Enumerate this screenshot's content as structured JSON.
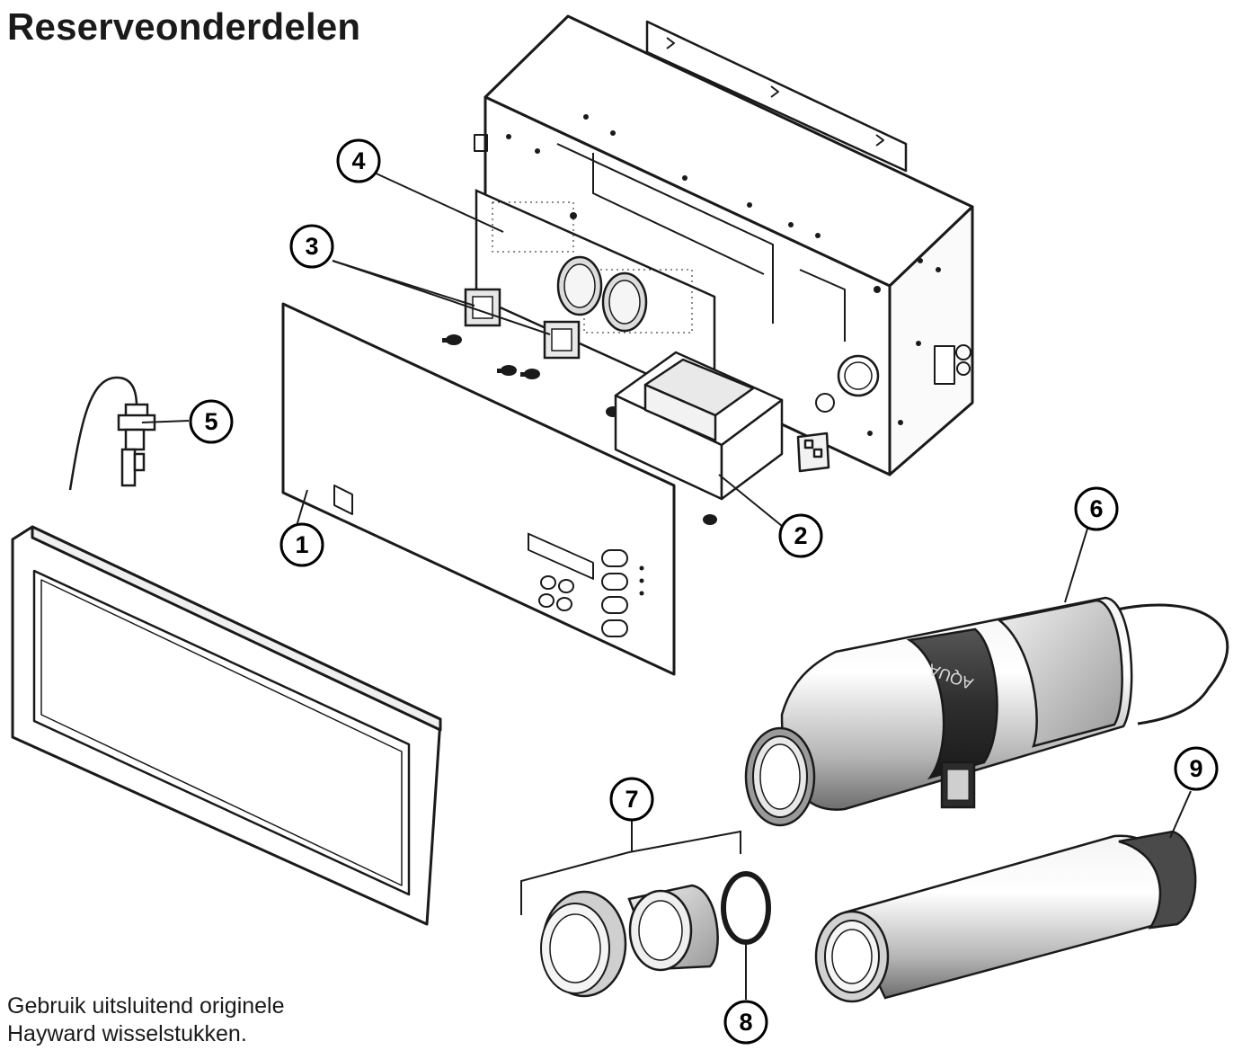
{
  "title": "Reserveonderdelen",
  "callouts": {
    "c1": "1",
    "c2": "2",
    "c3": "3",
    "c4": "4",
    "c5": "5",
    "c6": "6",
    "c7": "7",
    "c8": "8",
    "c9": "9"
  },
  "cell_brand": "AQUA",
  "footer": {
    "line1": "Gebruik uitsluitend originele",
    "line2": "Hayward wisselstukken."
  }
}
